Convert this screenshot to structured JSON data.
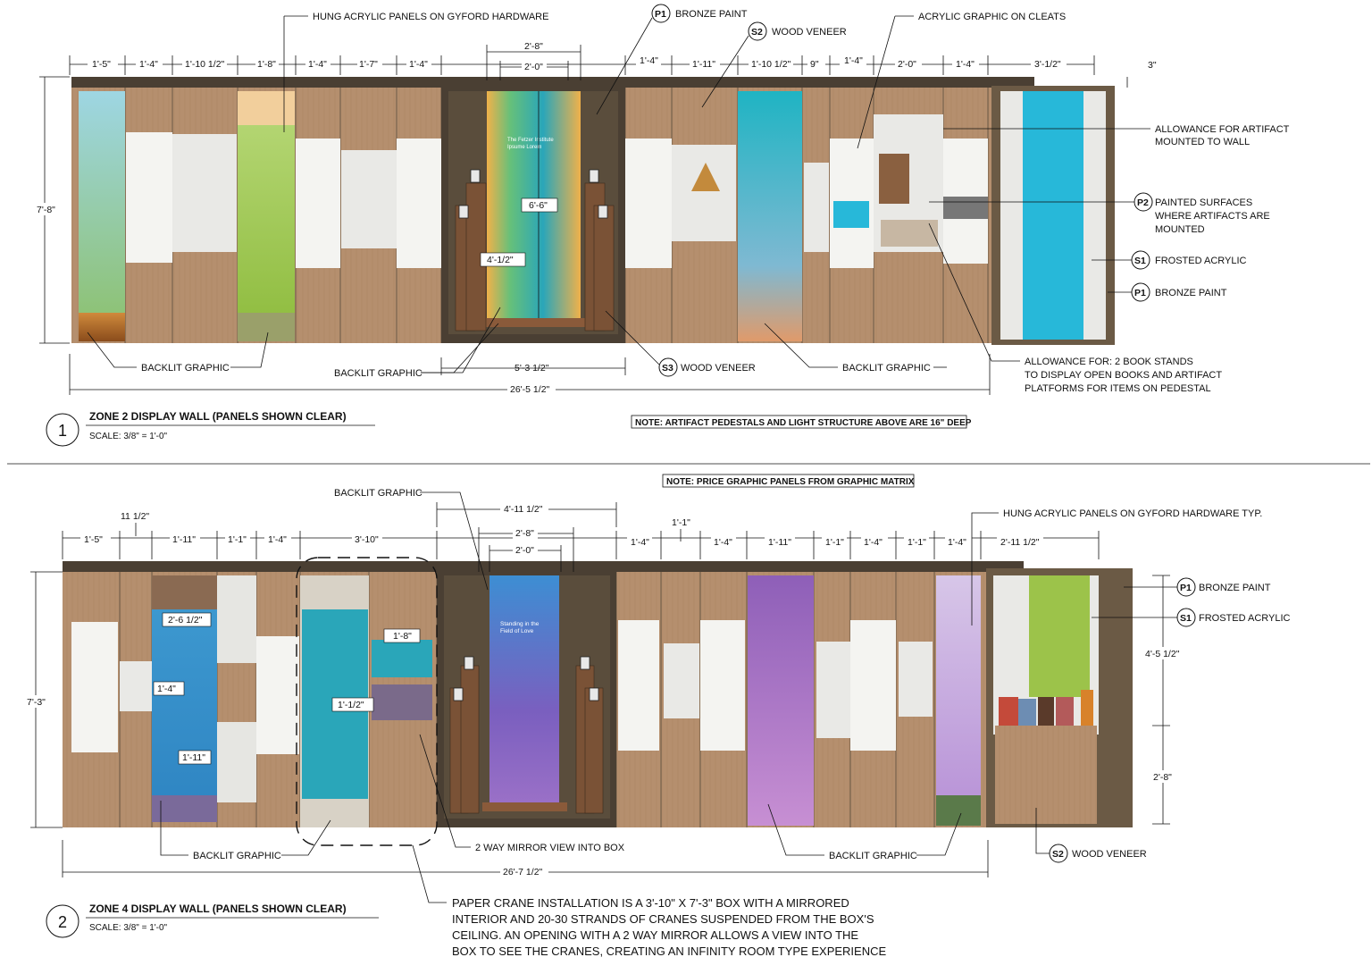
{
  "colors": {
    "wood": "#b58f6e",
    "wood_dark": "#6b5a45",
    "trim": "#4a3f33",
    "frosted": "#e9e9e6",
    "cyan": "#27b8d9",
    "green": "#9cc34a",
    "teal": "#2aa6b9",
    "purple": "#a779c7",
    "blue_violet": "#5b7ac4",
    "white_panel": "#f4f4f1",
    "orange": "#e2a24c"
  },
  "zone2": {
    "number": "1",
    "title": "ZONE 2  DISPLAY WALL (PANELS SHOWN CLEAR)",
    "scale": "SCALE: 3/8\" = 1'-0\"",
    "note": "NOTE: ARTIFACT PEDESTALS AND LIGHT STRUCTURE ABOVE ARE 16\" DEEP",
    "top_dims": [
      "1'-5\"",
      "1'-4\"",
      "1'-10 1/2\"",
      "1'-8\"",
      "1'-4\"",
      "1'-7\"",
      "1'-4\"",
      "1'-4\"",
      "1'-11\"",
      "1'-10 1/2\"",
      "9\"",
      "1'-4\"",
      "2'-0\"",
      "1'-4\"",
      "3'-1/2\""
    ],
    "dim_2_8": "2'-8\"",
    "dim_2_0": "2'-0\"",
    "dim_3": "3\"",
    "height": "7'-8\"",
    "dim_6_6": "6'-6\"",
    "dim_4_half": "4'-1/2\"",
    "dim_5_3": "5'-3 1/2\"",
    "overall": "26'-5 1/2\"",
    "callouts": {
      "hung_acrylic": "HUNG ACRYLIC PANELS ON GYFORD HARDWARE",
      "p1_bronze": "BRONZE PAINT",
      "s2_wood": "WOOD VENEER",
      "acrylic_cleats": "ACRYLIC GRAPHIC ON CLEATS",
      "artifact_line1": "ALLOWANCE FOR ARTIFACT",
      "artifact_line2": "MOUNTED TO WALL",
      "p2_line1": "PAINTED SURFACES",
      "p2_line2": "WHERE ARTIFACTS ARE",
      "p2_line3": "MOUNTED",
      "s1_frosted": "FROSTED ACRYLIC",
      "p1_bronze_2": "BRONZE PAINT",
      "backlit_1": "BACKLIT GRAPHIC",
      "backlit_2": "BACKLIT GRAPHIC",
      "s3_wood": "WOOD VENEER",
      "backlit_3": "BACKLIT GRAPHIC",
      "stands_line1": "ALLOWANCE FOR: 2 BOOK STANDS",
      "stands_line2": "TO DISPLAY OPEN BOOKS AND ARTIFACT",
      "stands_line3": "PLATFORMS FOR ITEMS ON PEDESTAL"
    },
    "tags": {
      "p1": "P1",
      "s2": "S2",
      "p2": "P2",
      "s1": "S1",
      "p1b": "P1",
      "s3": "S3"
    },
    "panel_text": {
      "center_title": "The Fetzer Institute",
      "center_sub": "Ipsume Lorem"
    }
  },
  "zone4": {
    "number": "2",
    "title": "ZONE 4  DISPLAY WALL (PANELS SHOWN CLEAR)",
    "scale": "SCALE: 3/8\" = 1'-0\"",
    "note": "NOTE: PRICE GRAPHIC PANELS FROM GRAPHIC MATRIX",
    "top_dims": [
      "1'-5\"",
      "1'-11\"",
      "1'-1\"",
      "1'-4\"",
      "3'-10\"",
      "1'-4\"",
      "1'-4\"",
      "1'-11\"",
      "1'-1\"",
      "1'-4\"",
      "1'-1\"",
      "1'-4\"",
      "2'-11 1/2\""
    ],
    "dim_11_half": "11 1/2\"",
    "dim_4_11": "4'-11 1/2\"",
    "dim_2_8": "2'-8\"",
    "dim_2_0": "2'-0\"",
    "dim_1_1": "1'-1\"",
    "dim_2_6": "2'-6 1/2\"",
    "dim_1_4": "1'-4\"",
    "dim_1_11": "1'-11\"",
    "dim_1_8": "1'-8\"",
    "dim_1_half": "1'-1/2\"",
    "height": "7'-3\"",
    "dim_4_5": "4'-5 1/2\"",
    "dim_2_8v": "2'-8\"",
    "overall": "26'-7 1/2\"",
    "callouts": {
      "backlit_top": "BACKLIT GRAPHIC",
      "hung_acrylic": "HUNG ACRYLIC PANELS ON GYFORD HARDWARE TYP.",
      "p1_bronze": "BRONZE PAINT",
      "s1_frosted": "FROSTED ACRYLIC",
      "backlit_1": "BACKLIT GRAPHIC",
      "mirror": "2 WAY MIRROR VIEW INTO BOX",
      "backlit_2": "BACKLIT GRAPHIC",
      "s2_wood": "WOOD VENEER",
      "crane_1": "PAPER CRANE INSTALLATION IS A 3'-10\" X 7'-3\" BOX WITH A MIRRORED",
      "crane_2": "INTERIOR AND 20-30 STRANDS OF CRANES SUSPENDED FROM THE BOX'S",
      "crane_3": "CEILING. AN OPENING WITH A 2 WAY MIRROR ALLOWS A VIEW INTO THE",
      "crane_4": "BOX TO SEE THE CRANES, CREATING AN INFINITY ROOM TYPE EXPERIENCE"
    },
    "tags": {
      "p1": "P1",
      "s1": "S1",
      "s2": "S2"
    },
    "panel_text": {
      "center_title_1": "Standing in the",
      "center_title_2": "Field of Love"
    }
  }
}
